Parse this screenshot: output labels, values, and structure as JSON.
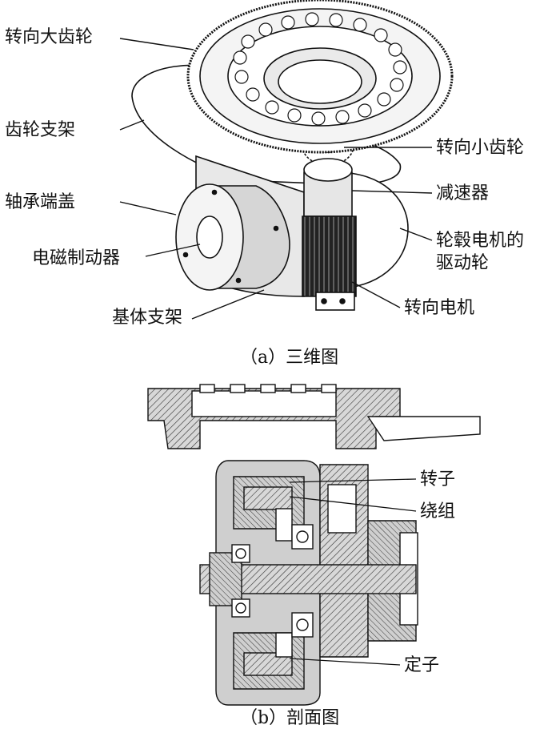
{
  "figure_a": {
    "caption": "（a）三维图",
    "labels": {
      "large_gear": "转向大齿轮",
      "gear_bracket": "齿轮支架",
      "bearing_cover": "轴承端盖",
      "em_brake": "电磁制动器",
      "base_bracket": "基体支架",
      "small_gear": "转向小齿轮",
      "reducer": "减速器",
      "hub_wheel_line1": "轮毂电机的",
      "hub_wheel_line2": "驱动轮",
      "steering_motor": "转向电机"
    }
  },
  "figure_b": {
    "caption": "（b）剖面图",
    "labels": {
      "rotor": "转子",
      "winding": "绕组",
      "stator": "定子"
    }
  }
}
